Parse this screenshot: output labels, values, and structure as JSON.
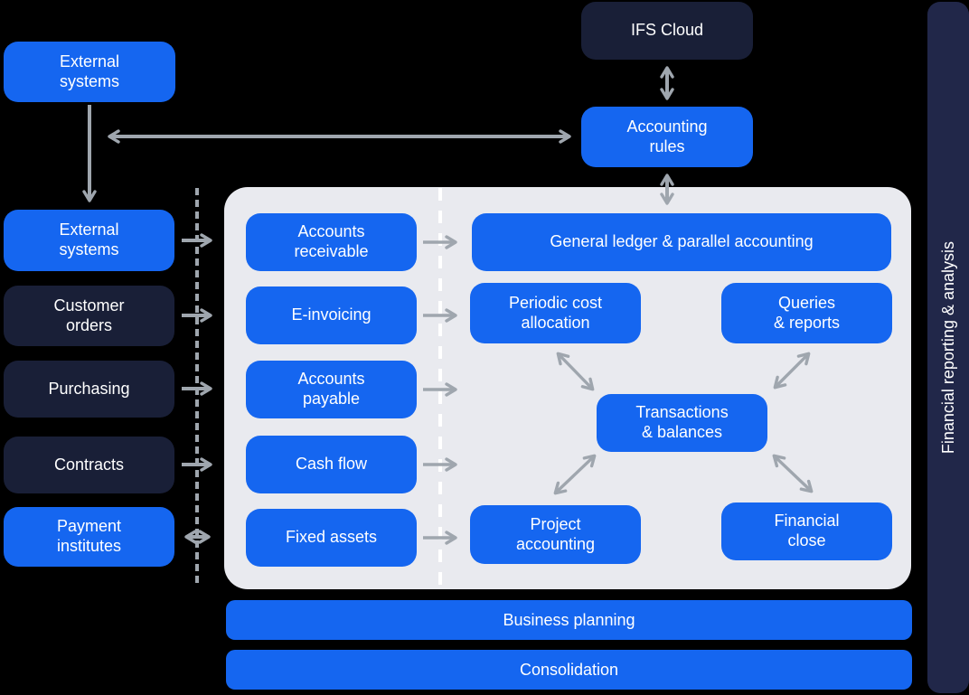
{
  "colors": {
    "blue": "#1566F0",
    "navy": "#191F37",
    "navy_bar": "#212749",
    "panel": "#E9EAEF",
    "arrow": "#9FA6AE",
    "text": "#FFFFFF",
    "background": "#000000",
    "panel_divider": "#FFFFFF"
  },
  "top": {
    "external_systems": "External\nsystems",
    "ifs_cloud": "IFS Cloud",
    "accounting_rules": "Accounting\nrules"
  },
  "sources": [
    {
      "label": "External\nsystems",
      "style": "blue"
    },
    {
      "label": "Customer\norders",
      "style": "dark"
    },
    {
      "label": "Purchasing",
      "style": "dark"
    },
    {
      "label": "Contracts",
      "style": "dark"
    },
    {
      "label": "Payment\ninstitutes",
      "style": "blue"
    }
  ],
  "panel": {
    "modules": [
      "Accounts\nreceivable",
      "E-invoicing",
      "Accounts\npayable",
      "Cash flow",
      "Fixed assets"
    ],
    "general_ledger": "General ledger & parallel accounting",
    "periodic_cost_allocation": "Periodic cost\nallocation",
    "queries_reports": "Queries\n& reports",
    "transactions_balances": "Transactions\n& balances",
    "project_accounting": "Project\naccounting",
    "financial_close": "Financial\nclose"
  },
  "bottom": {
    "business_planning": "Business planning",
    "consolidation": "Consolidation"
  },
  "right_bar": {
    "label": "Financial reporting & analysis"
  }
}
